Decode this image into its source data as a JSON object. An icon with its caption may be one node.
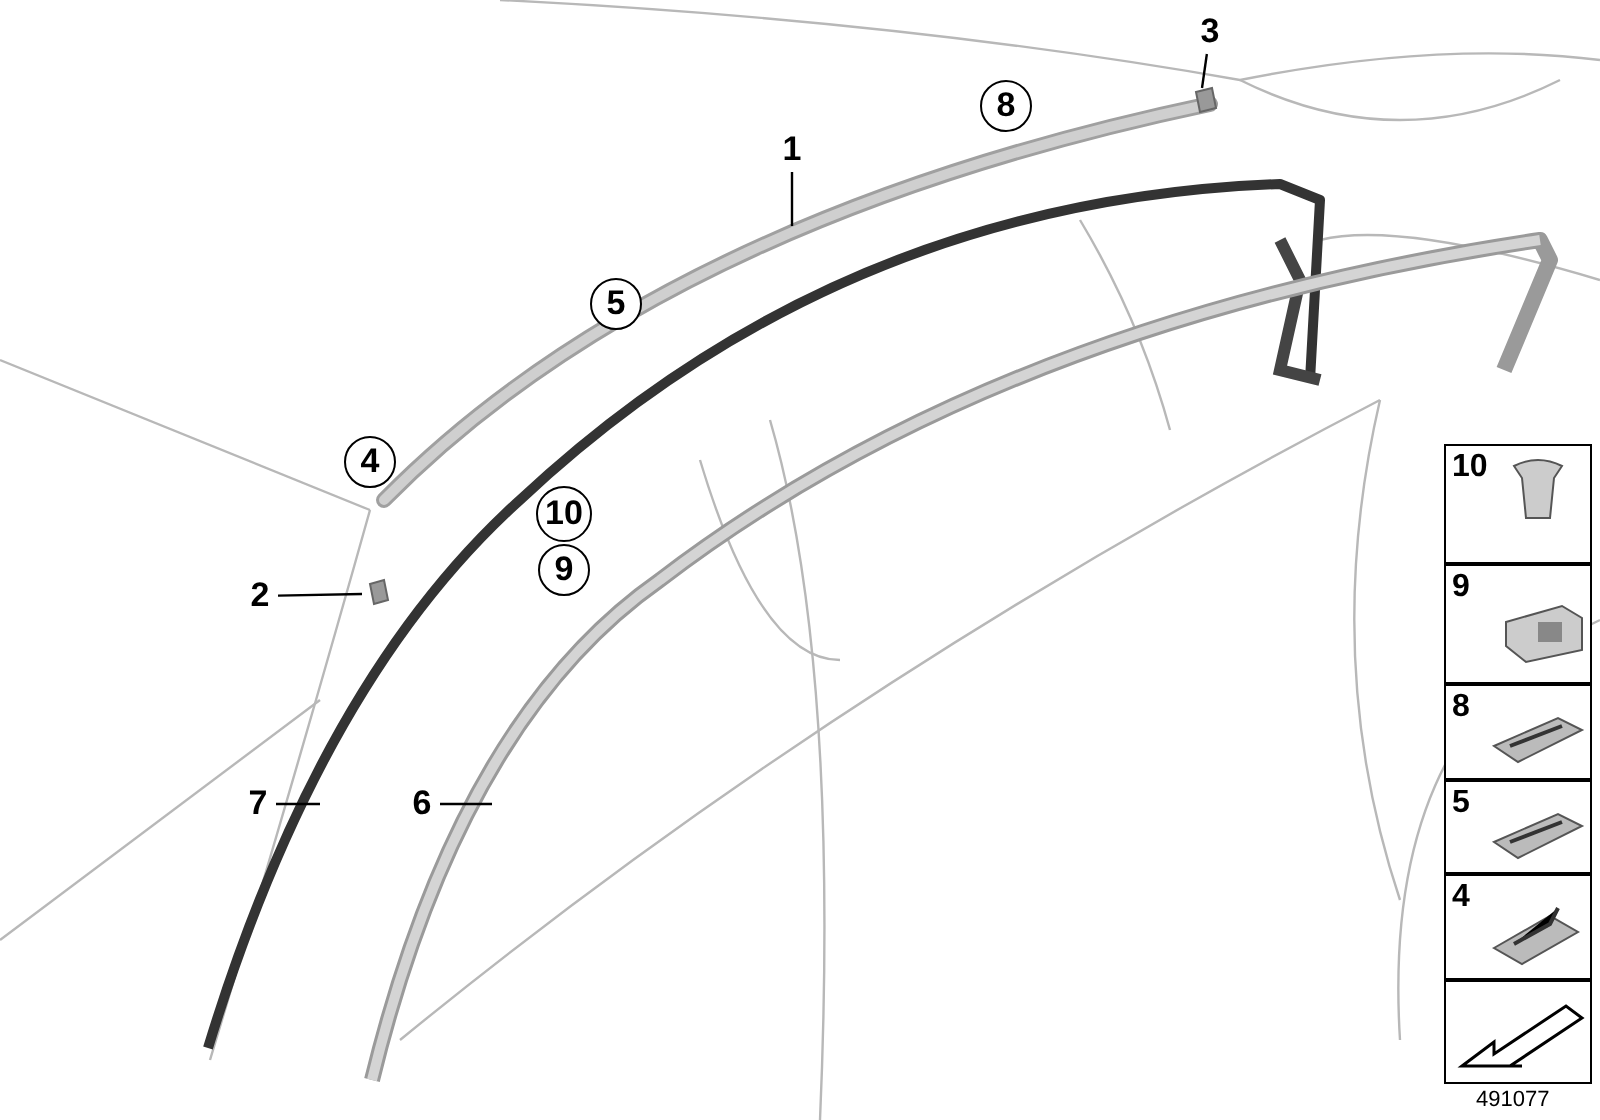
{
  "diagram": {
    "nodes": [
      {
        "text": [
          "3"
        ]
      },
      {
        "text": [
          "8"
        ]
      },
      {
        "text": [
          "1"
        ]
      },
      {
        "text": [
          "5"
        ]
      },
      {
        "text": [
          "4"
        ]
      },
      {
        "text": [
          "10"
        ]
      },
      {
        "text": [
          "2"
        ]
      },
      {
        "text": [
          "9"
        ]
      },
      {
        "text": [
          "10"
        ]
      },
      {
        "text": [
          "9"
        ]
      },
      {
        "text": [
          "8"
        ]
      },
      {
        "text": [
          "5"
        ]
      },
      {
        "text": [
          "4"
        ]
      },
      {
        "text": [
          "7"
        ]
      },
      {
        "text": [
          "6"
        ]
      },
      {
        "text": [],
        "shape": "box"
      }
    ],
    "edges": [
      {
        "from": 0,
        "to": null,
        "arrow": "none"
      },
      {
        "from": 2,
        "to": null,
        "arrow": "none"
      },
      {
        "from": 6,
        "to": null,
        "arrow": "none"
      },
      {
        "from": 13,
        "to": null,
        "arrow": "none"
      },
      {
        "from": 14,
        "to": null,
        "arrow": "none"
      }
    ],
    "labels": [
      "491077"
    ]
  }
}
